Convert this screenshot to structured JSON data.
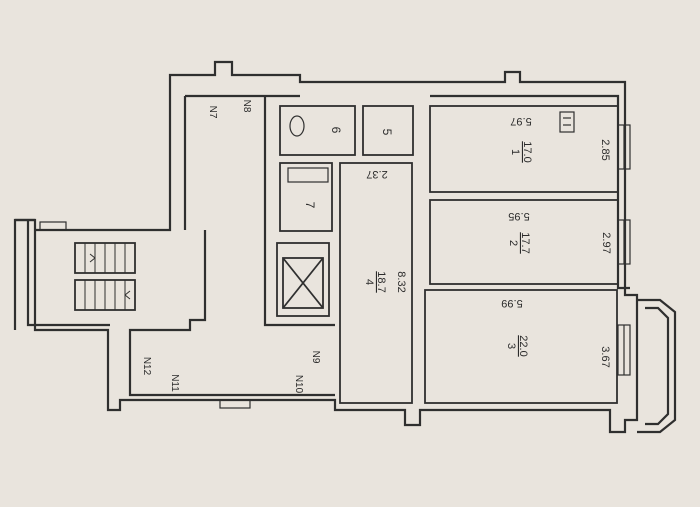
{
  "rooms": [
    {
      "number": "1",
      "area": "17.0",
      "length": "5.97",
      "width": "2.85"
    },
    {
      "number": "2",
      "area": "17.7",
      "length": "5.95",
      "width": "2.97"
    },
    {
      "number": "3",
      "area": "22.0",
      "length": "5.99",
      "width": "3.67"
    },
    {
      "number": "4",
      "area": "18.7",
      "length": "8.32",
      "width": "2.37"
    },
    {
      "number": "5"
    },
    {
      "number": "6"
    },
    {
      "number": "7"
    }
  ],
  "shafts": [
    "N7",
    "N8",
    "N9",
    "N10",
    "N11",
    "N12"
  ],
  "colors": {
    "paper": "#e9e4dd",
    "ink": "#2f2f2f"
  }
}
